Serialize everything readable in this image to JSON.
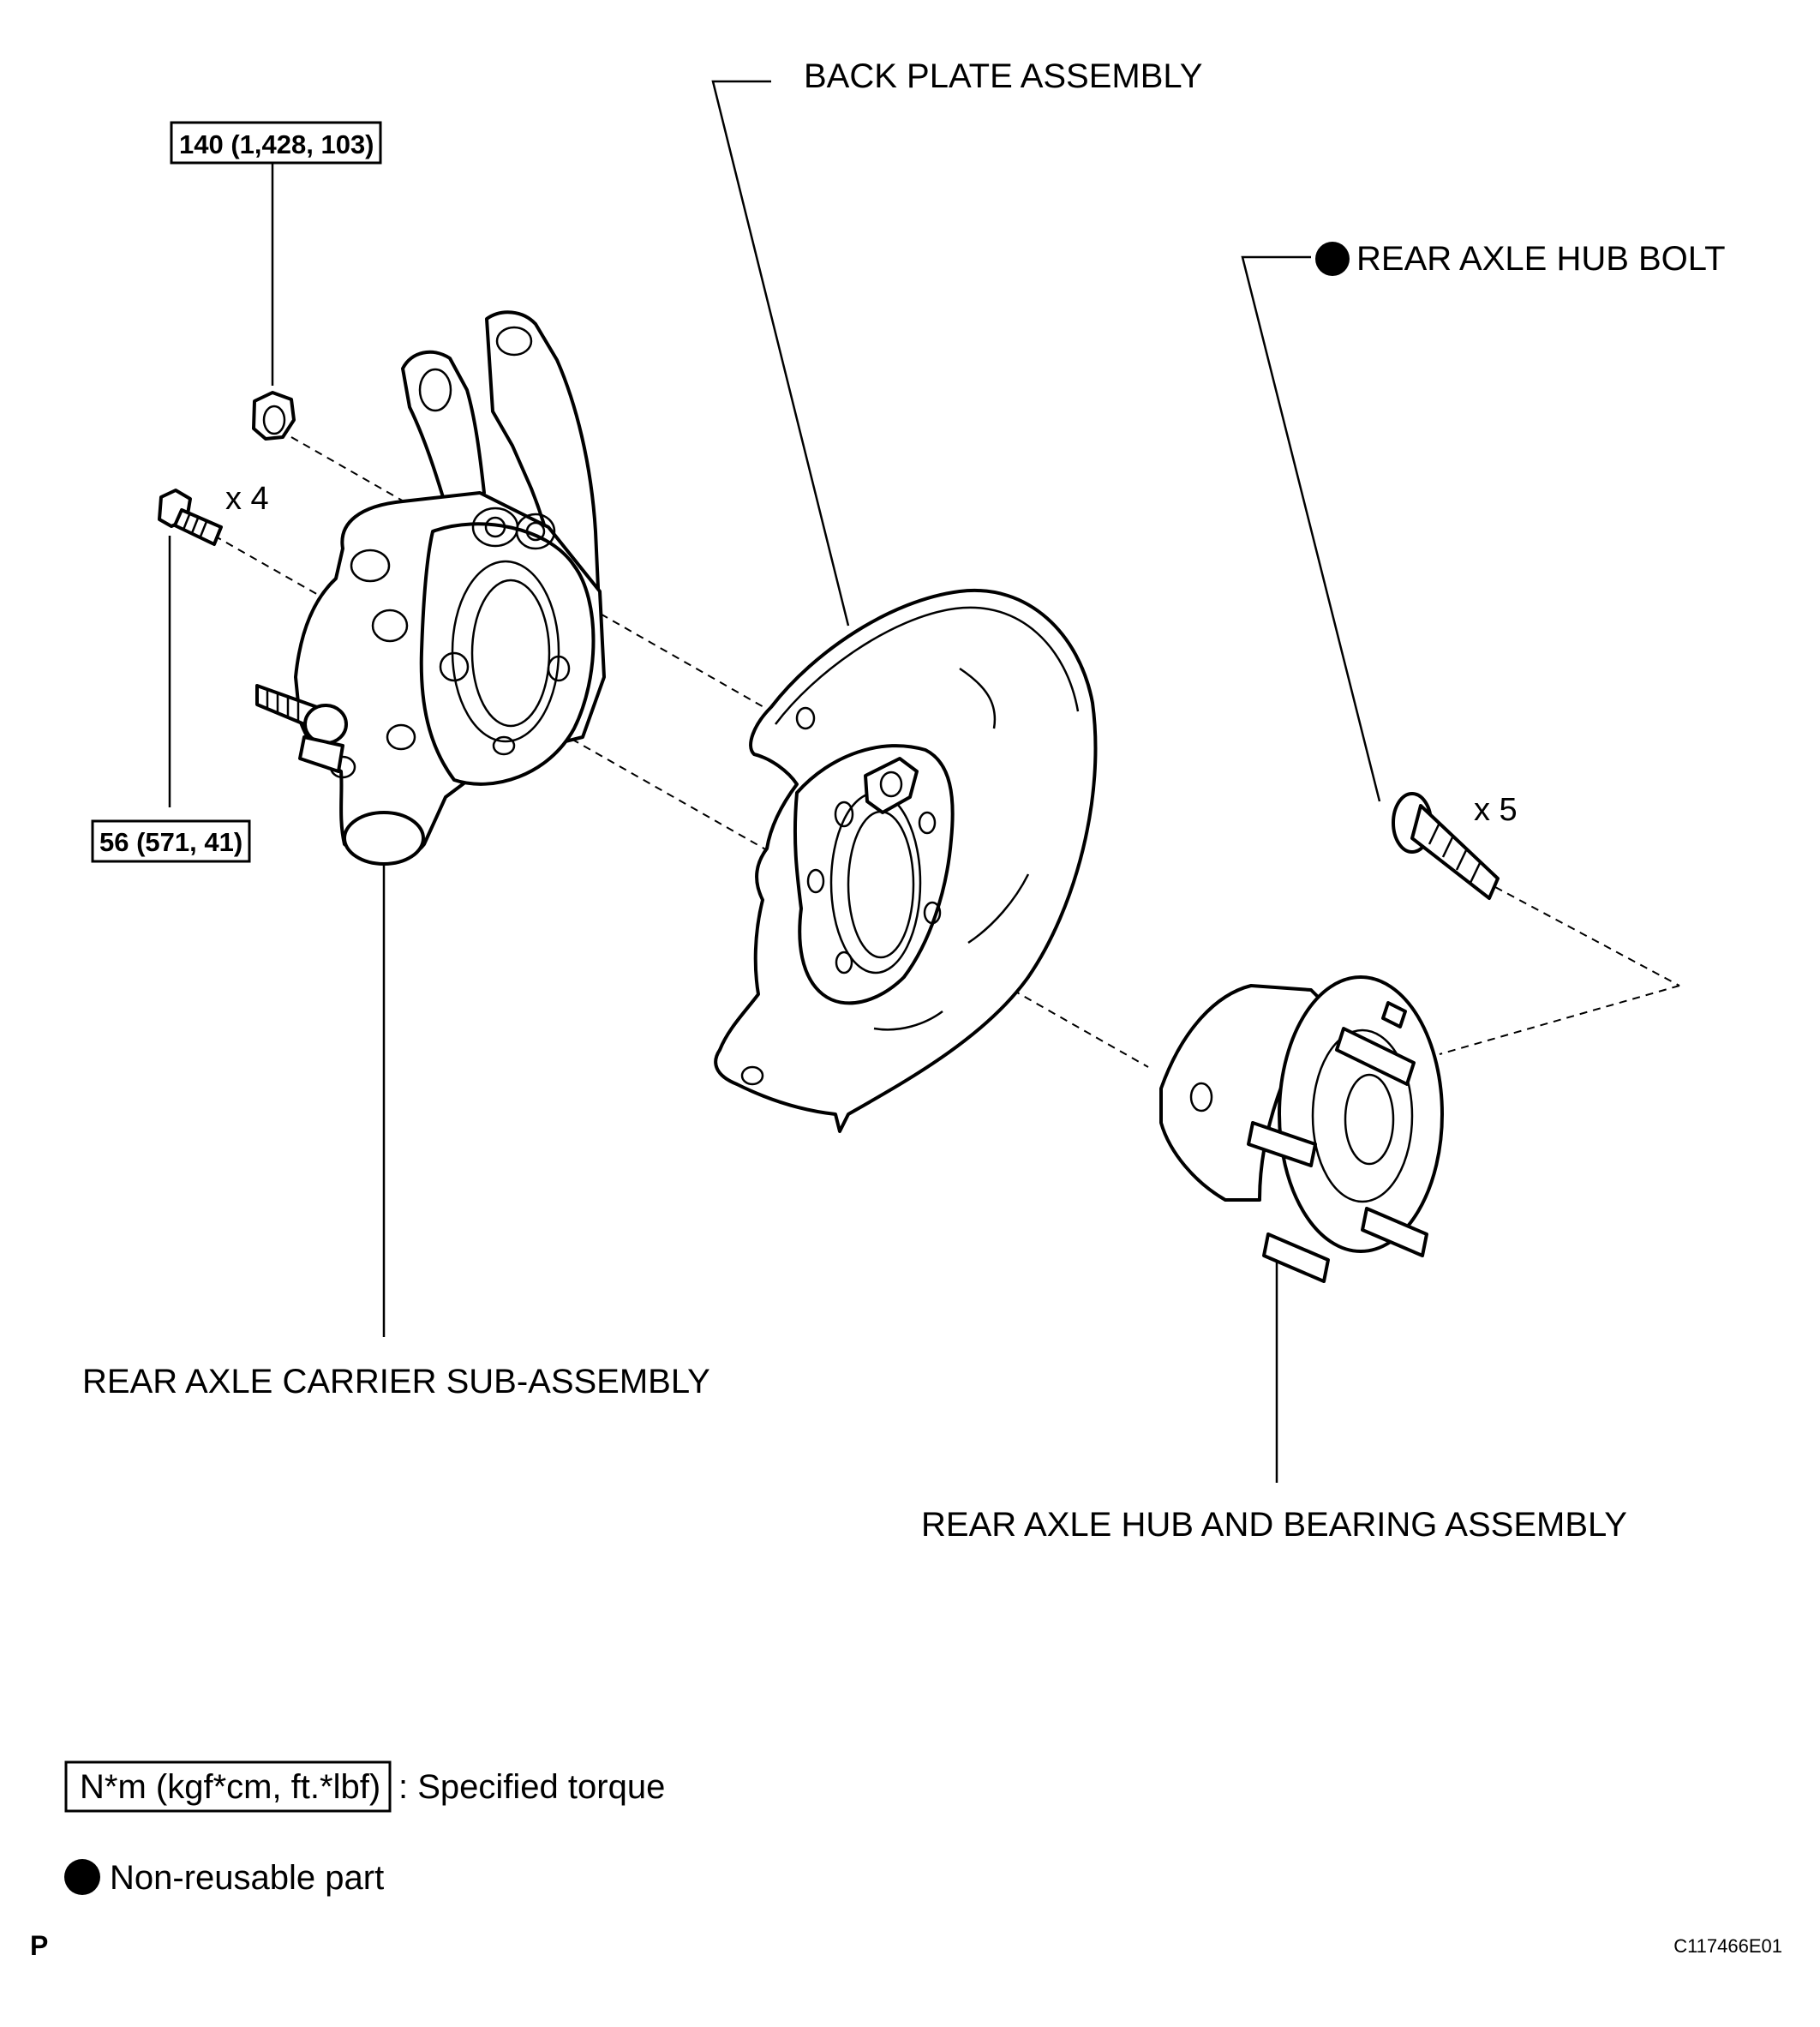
{
  "labels": {
    "back_plate": "BACK PLATE ASSEMBLY",
    "hub_bolt": "REAR AXLE HUB BOLT",
    "carrier": "REAR AXLE CARRIER SUB-ASSEMBLY",
    "hub_bearing": "REAR AXLE HUB AND BEARING ASSEMBLY"
  },
  "torques": {
    "nut": "140 (1,428, 103)",
    "bolt": "56 (571, 41)"
  },
  "quantities": {
    "carrier_bolts": "x 4",
    "hub_bolts": "x 5"
  },
  "legend": {
    "torque_box": "N*m (kgf*cm, ft.*lbf)",
    "torque_desc": ": Specified torque",
    "non_reusable": "Non-reusable part"
  },
  "footer": {
    "left_code": "P",
    "figure_id": "C117466E01"
  }
}
